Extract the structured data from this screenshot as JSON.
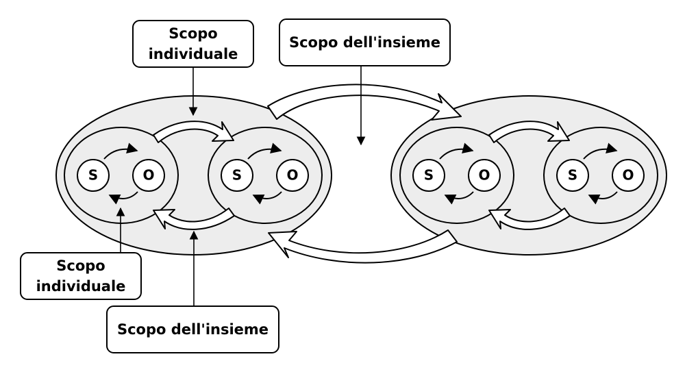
{
  "colors": {
    "background": "#ffffff",
    "stroke": "#000000",
    "group_fill": "#ededed",
    "node_fill": "#ffffff",
    "arrow_fill": "#ffffff"
  },
  "callouts": {
    "top_left": "Scopo\nindividuale",
    "top_right": "Scopo dell'insieme",
    "bottom_left": "Scopo\nindividuale",
    "bottom_middle": "Scopo dell'insieme"
  },
  "groups": [
    {
      "units": [
        {
          "subject": "S",
          "object": "O"
        },
        {
          "subject": "S",
          "object": "O"
        }
      ]
    },
    {
      "units": [
        {
          "subject": "S",
          "object": "O"
        },
        {
          "subject": "S",
          "object": "O"
        }
      ]
    }
  ]
}
